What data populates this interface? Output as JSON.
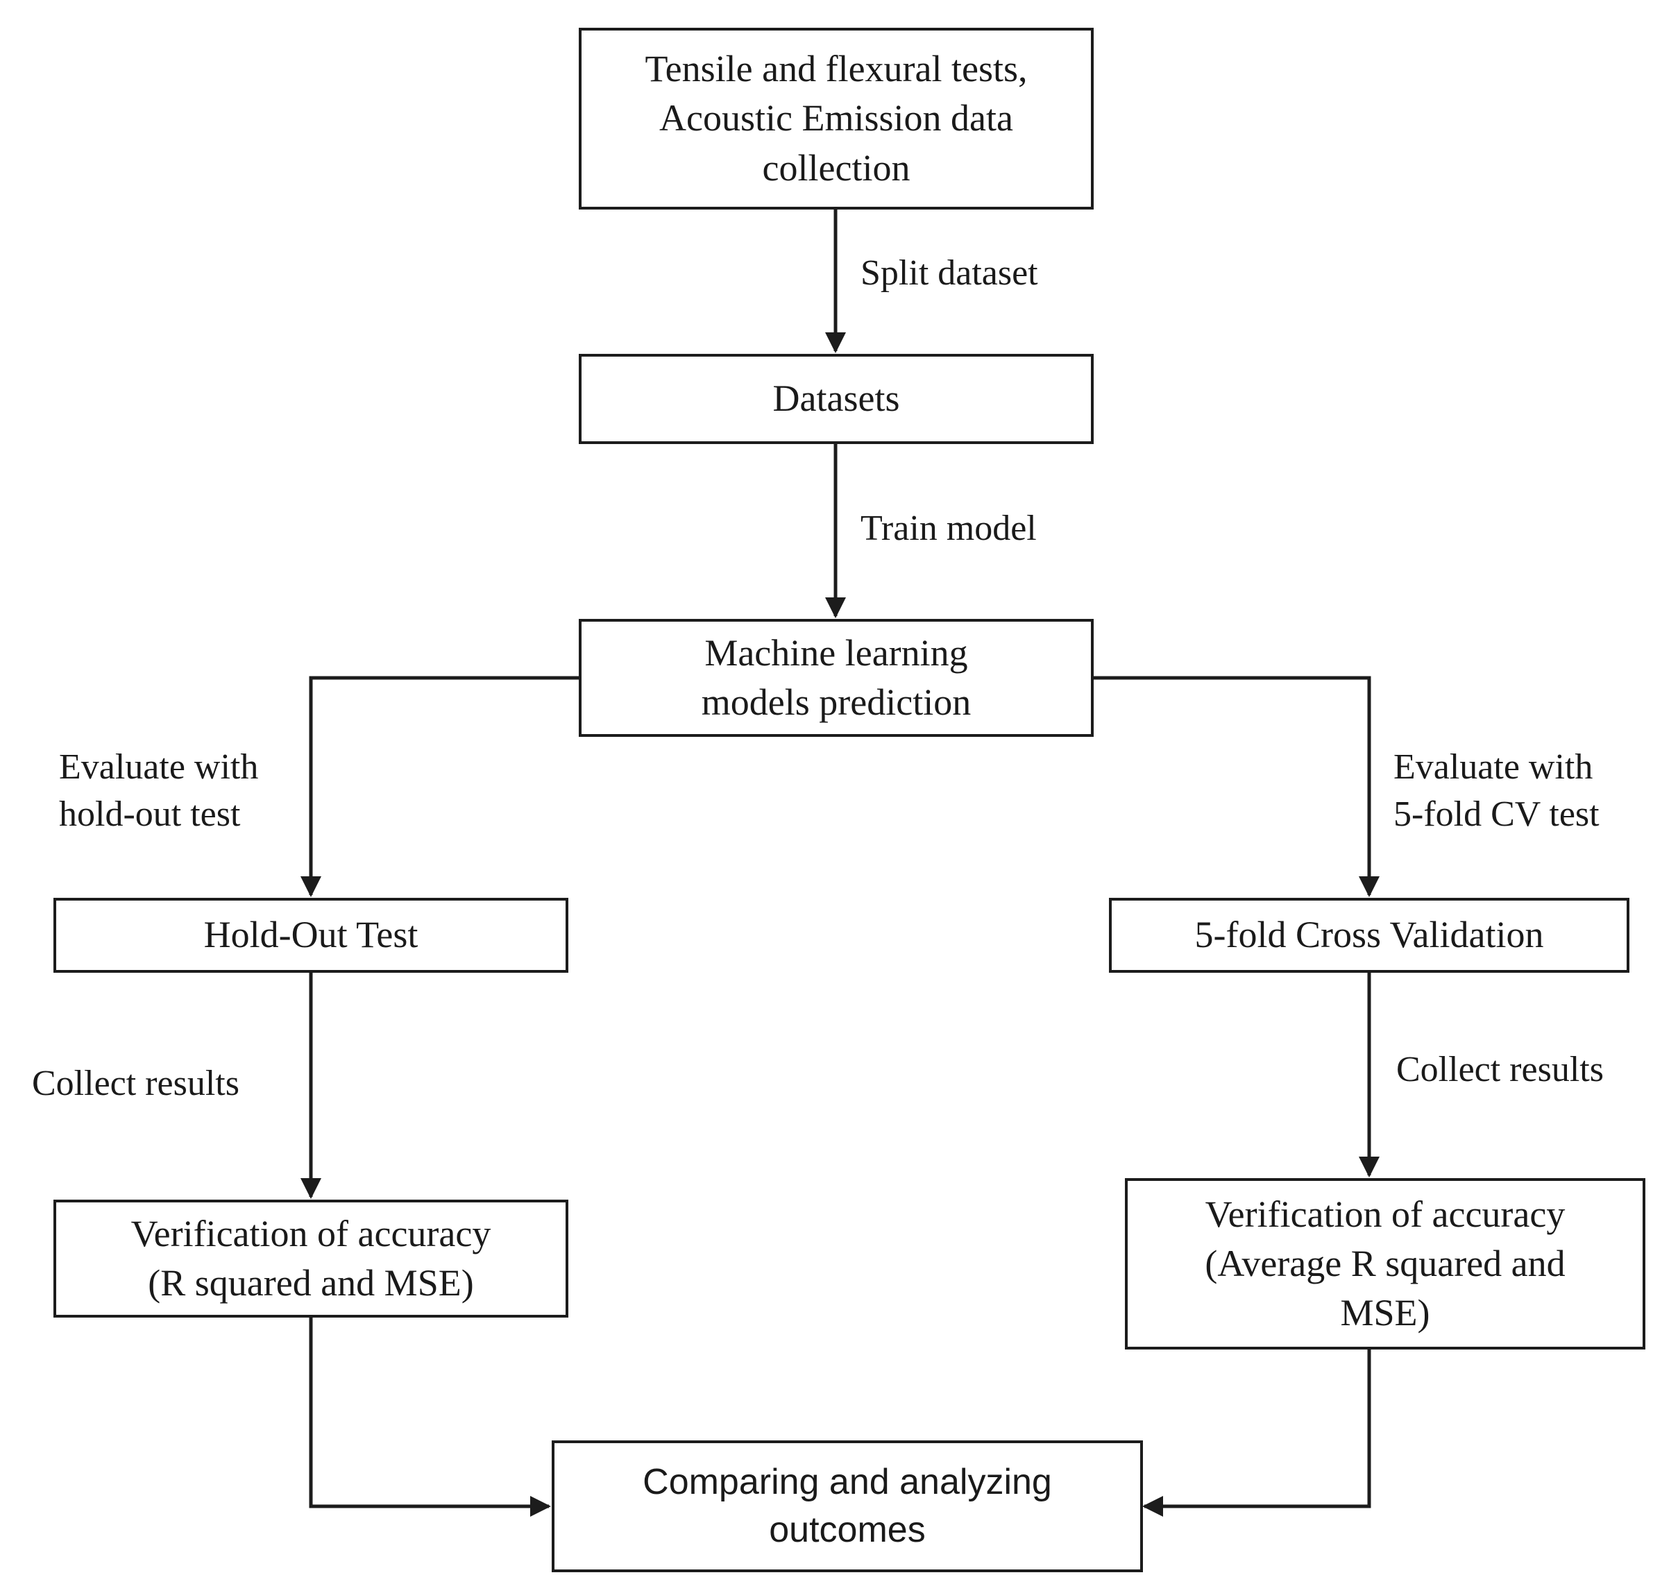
{
  "page": {
    "background_color": "#ffffff",
    "line_color": "#1c1c1c",
    "text_color": "#1a1a1a"
  },
  "nodes": {
    "data_collection": "Tensile and flexural tests,\nAcoustic Emission data\ncollection",
    "datasets": "Datasets",
    "ml_models": "Machine learning\nmodels prediction",
    "holdout_test": "Hold-Out Test",
    "cross_validation": "5-fold Cross Validation",
    "verification_left": "Verification of accuracy\n(R squared and MSE)",
    "verification_right": "Verification of accuracy\n(Average R squared and\nMSE)",
    "compare_outcomes": "Comparing and analyzing\noutcomes"
  },
  "edge_labels": {
    "split_dataset": "Split dataset",
    "train_model": "Train model",
    "evaluate_holdout": "Evaluate with\nhold-out test",
    "evaluate_cv": "Evaluate with\n5-fold CV test",
    "collect_results_left": "Collect results",
    "collect_results_right": "Collect results"
  }
}
